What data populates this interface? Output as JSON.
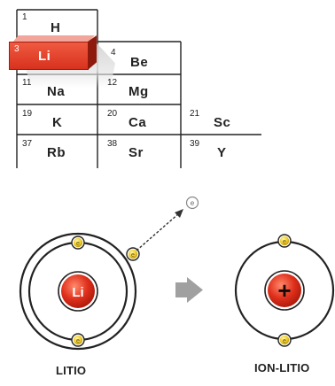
{
  "periodic_table": {
    "cells": [
      {
        "number": "1",
        "symbol": "H"
      },
      {
        "number": "3",
        "symbol": "Li"
      },
      {
        "number": "4",
        "symbol": "Be"
      },
      {
        "number": "11",
        "symbol": "Na"
      },
      {
        "number": "12",
        "symbol": "Mg"
      },
      {
        "number": "19",
        "symbol": "K"
      },
      {
        "number": "20",
        "symbol": "Ca"
      },
      {
        "number": "21",
        "symbol": "Sc"
      },
      {
        "number": "37",
        "symbol": "Rb"
      },
      {
        "number": "38",
        "symbol": "Sr"
      },
      {
        "number": "39",
        "symbol": "Y"
      }
    ],
    "highlight_color": "#e63c24"
  },
  "atom": {
    "nucleus_symbol": "Li",
    "electron_count": 3,
    "caption": "LITIO"
  },
  "ion": {
    "nucleus_symbol": "+",
    "electron_count": 2,
    "caption": "ION-LITIO"
  },
  "free_electron": {
    "symbol": "e"
  },
  "electron_symbol": "e",
  "colors": {
    "nucleus": "#e0301c",
    "electron": "#f0cc22",
    "orbit": "#222222",
    "arrow": "#a0a0a0"
  }
}
